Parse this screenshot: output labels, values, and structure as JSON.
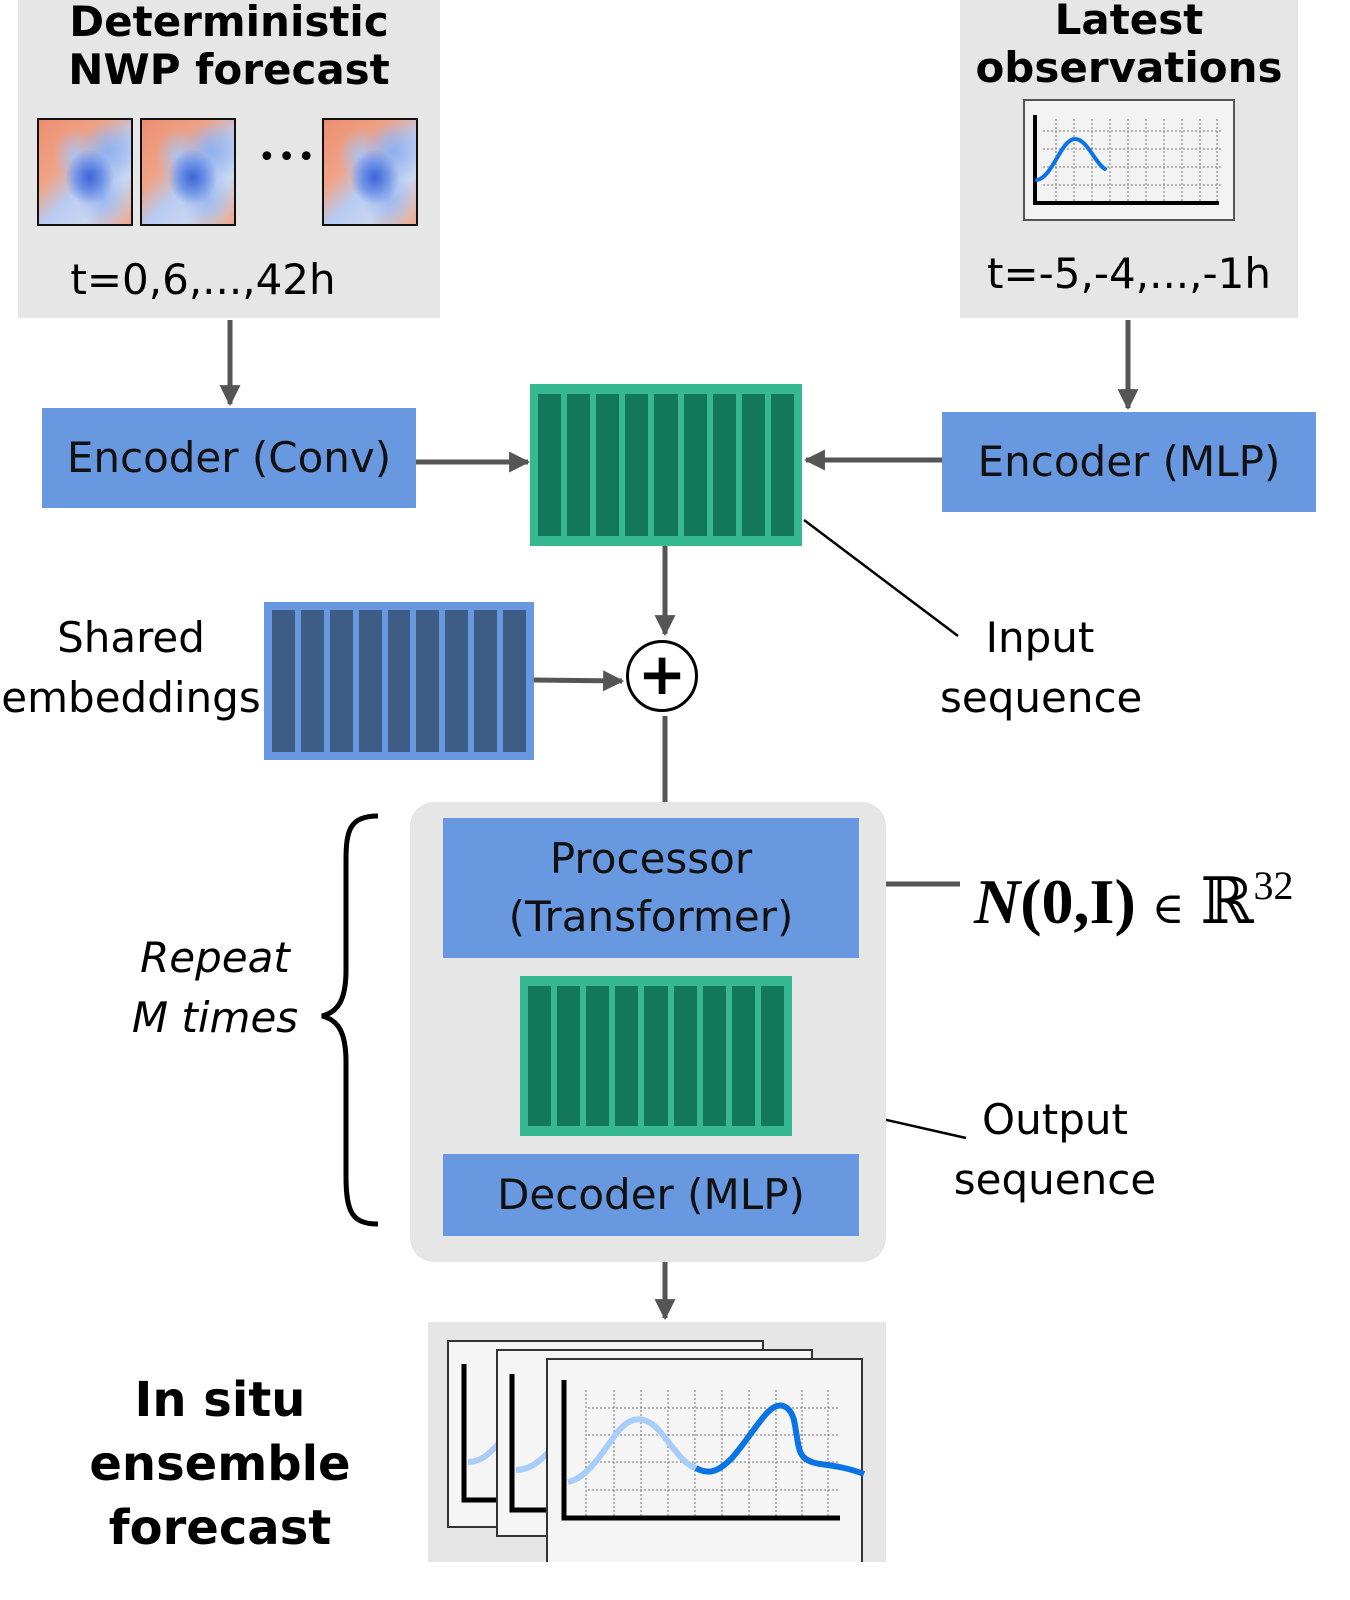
{
  "nwp_panel": {
    "title_line1": "Deterministic",
    "title_line2": "NWP forecast",
    "ellipsis": "•••",
    "time_label": "t=0,6,...,42h"
  },
  "obs_panel": {
    "title_line1": "Latest",
    "title_line2": "observations",
    "time_label": "t=-5,-4,...,-1h"
  },
  "encoder_conv": {
    "label": "Encoder (Conv)"
  },
  "encoder_mlp": {
    "label": "Encoder (MLP)"
  },
  "input_sequence": {
    "line1": "Input",
    "line2": "sequence",
    "cells": 9
  },
  "shared_embeddings": {
    "line1": "Shared",
    "line2": "embeddings",
    "cells": 9
  },
  "sum_node": {
    "symbol": "+"
  },
  "repeat_block": {
    "label_line1": "Repeat",
    "label_line2": "M times"
  },
  "processor": {
    "line1": "Processor",
    "line2": "(Transformer)"
  },
  "noise_input": {
    "N": "N",
    "args": "(0,I)",
    "in": "∈",
    "R": "ℝ",
    "exponent": "32"
  },
  "output_sequence": {
    "line1": "Output",
    "line2": "sequence",
    "cells": 9
  },
  "decoder": {
    "label": "Decoder (MLP)"
  },
  "ensemble_forecast": {
    "line1": "In situ ensemble",
    "line2": "forecast",
    "members_shown": 3
  },
  "colors": {
    "panel_bg": "#e6e6e6",
    "module_blue": "#6898e0",
    "sequence_green_border": "#36b890",
    "sequence_green_cell": "#13775a",
    "embedding_cell": "#3d5c86",
    "arrow_gray": "#555555",
    "past_curve": "#a8cdf8",
    "forecast_curve": "#0a74e6"
  }
}
